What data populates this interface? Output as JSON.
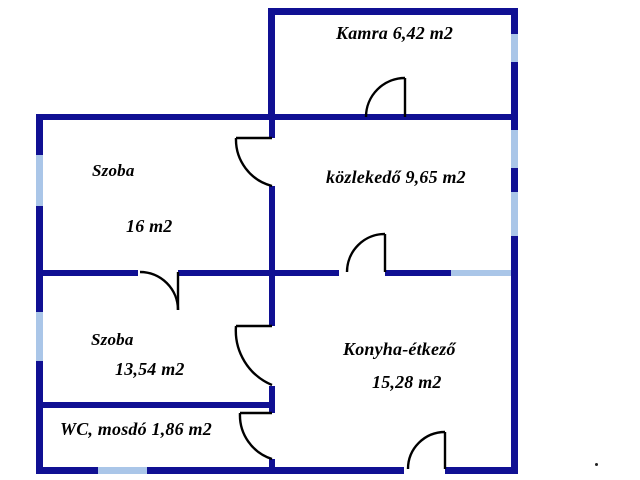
{
  "document": {
    "type": "floor-plan",
    "language": "hu",
    "background_color": "#ffffff",
    "wall_color": "#101093",
    "window_color": "#aac6e8",
    "door_arc_color": "#000000",
    "label_color": "#000000"
  },
  "rooms": [
    {
      "id": "kamra",
      "name": "Kamra",
      "area": "6,42 m2",
      "label": "Kamra 6,42 m2",
      "label_lines": [
        "Kamra 6,42 m2"
      ]
    },
    {
      "id": "kozlekedo",
      "name": "közlekedő",
      "area": "9,65 m2",
      "label": "közlekedő 9,65 m2",
      "label_lines": [
        "közlekedő 9,65 m2"
      ]
    },
    {
      "id": "szoba-16",
      "name": "Szoba",
      "area": "16 m2",
      "label": "Szoba 16 m2",
      "label_lines": [
        "Szoba",
        "16 m2"
      ]
    },
    {
      "id": "szoba-1354",
      "name": "Szoba",
      "area": "13,54 m2",
      "label": "Szoba 13,54 m2",
      "label_lines": [
        "Szoba",
        "13,54 m2"
      ]
    },
    {
      "id": "wc-mosdo",
      "name": "WC, mosdó",
      "area": "1,86 m2",
      "label": "WC, mosdó 1,86 m2",
      "label_lines": [
        "WC, mosdó 1,86 m2"
      ]
    },
    {
      "id": "konyha-etkezo",
      "name": "Konyha-étkező",
      "area": "15,28 m2",
      "label": "Konyha-étkező 15,28 m2",
      "label_lines": [
        "Konyha-étkező",
        "15,28 m2"
      ]
    }
  ],
  "labels": {
    "kamra": "Kamra 6,42 m2",
    "kozlekedo": "közlekedő 9,65 m2",
    "szoba1_name": "Szoba",
    "szoba1_area": "16 m2",
    "szoba2_name": "Szoba",
    "szoba2_area": "13,54 m2",
    "wc": "WC, mosdó 1,86 m2",
    "konyha_name": "Konyha-étkező",
    "konyha_area": "15,28 m2"
  },
  "openings": {
    "windows": [
      {
        "id": "window-left-upper",
        "wall": "left",
        "orientation": "vertical"
      },
      {
        "id": "window-left-lower",
        "wall": "left",
        "orientation": "vertical"
      },
      {
        "id": "window-right-kamra",
        "wall": "right",
        "orientation": "vertical"
      },
      {
        "id": "window-right-kozlekedo-upper",
        "wall": "right",
        "orientation": "vertical"
      },
      {
        "id": "window-right-kozlekedo-lower",
        "wall": "right",
        "orientation": "vertical"
      },
      {
        "id": "window-bottom-wc",
        "wall": "bottom",
        "orientation": "horizontal"
      },
      {
        "id": "opening-kozlekedo-konyha",
        "wall": "interior",
        "orientation": "horizontal"
      }
    ],
    "doors": [
      {
        "id": "door-kamra",
        "swing": "left-up",
        "hinge": "right"
      },
      {
        "id": "door-kozlekedo-szoba16",
        "swing": "down-left",
        "hinge": "top-right"
      },
      {
        "id": "door-kozlekedo-konyha",
        "swing": "left-up",
        "hinge": "right"
      },
      {
        "id": "door-szoba16-szoba1354",
        "swing": "down-left",
        "hinge": "right"
      },
      {
        "id": "door-konyha-szoba1354",
        "swing": "down-left",
        "hinge": "top-right"
      },
      {
        "id": "door-wc",
        "swing": "down-left",
        "hinge": "top-right"
      },
      {
        "id": "door-entrance",
        "swing": "left-up",
        "hinge": "right"
      }
    ]
  }
}
